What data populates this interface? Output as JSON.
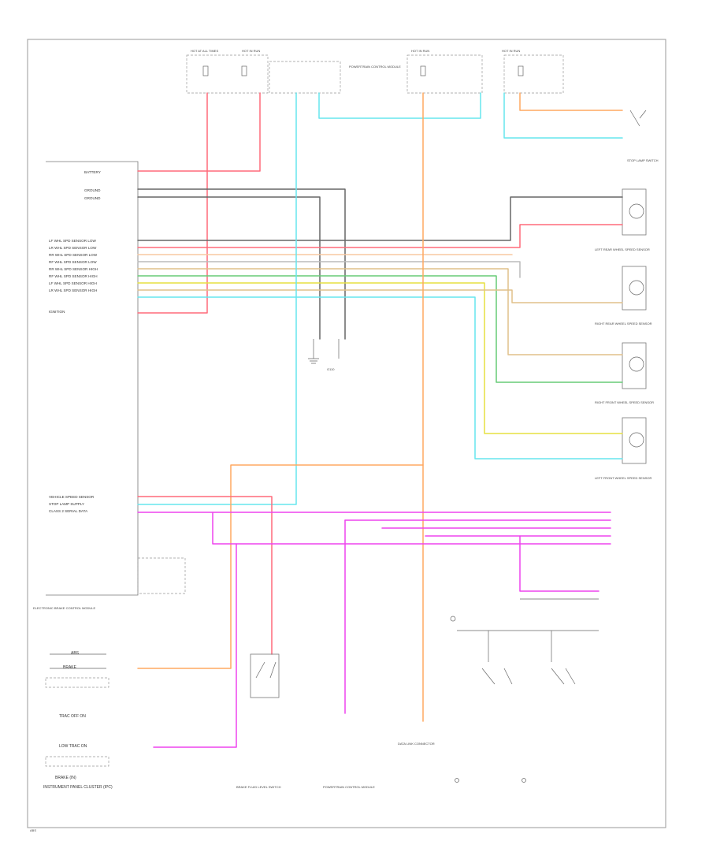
{
  "colors": {
    "red": "#ff6a7a",
    "pink": "#ee44ee",
    "cyan": "#66e6ee",
    "orange": "#ffa860",
    "gray": "#666666",
    "lightgray": "#bbbbbb",
    "green": "#66cc77",
    "yellow": "#e6e040",
    "tan": "#e0c08a",
    "peach": "#f8c8a0"
  },
  "labels": {
    "module_name": "ELECTRONIC BRAKE CONTROL MODULE",
    "battery": "BATTERY",
    "ground_1": "GROUND",
    "ground_2": "GROUND",
    "ign": "IGNITION",
    "ebcm_low_1": "LF WHL SPD SENSOR LOW",
    "ebcm_low_2": "LR WHL SPD SENSOR LOW",
    "ebcm_low_3": "RR WHL SPD SENSOR LOW",
    "ebcm_low_4": "RF WHL SPD SENSOR LOW",
    "ebcm_low_5": "RR WHL SPD SENSOR HIGH",
    "ebcm_low_6": "RF WHL SPD SENSOR HIGH",
    "ebcm_low_7": "LF WHL SPD SENSOR HIGH",
    "ebcm_low_8": "LR WHL SPD SENSOR HIGH",
    "vss": "VEHICLE SPEED SENSOR",
    "stop_lamp": "STOP LAMP SUPPLY",
    "class2": "CLASS 2 SERIAL DATA",
    "fuse_block_1": "HOT AT ALL TIMES",
    "fuse_block_2": "HOT IN RUN",
    "fuse_block_3": "HOT IN RUN",
    "fuse_block_4": "HOT IN RUN",
    "pcm_label": "POWERTRAIN CONTROL MODULE",
    "abs_switch": "STOP LAMP SWITCH",
    "lr_sensor": "LEFT REAR WHEEL SPEED SENSOR",
    "rr_sensor": "RIGHT REAR WHEEL SPEED SENSOR",
    "rf_sensor": "RIGHT FRONT WHEEL SPEED SENSOR",
    "lf_sensor": "LEFT FRONT WHEEL SPEED SENSOR",
    "brake_fluid": "BRAKE FLUID LEVEL SWITCH",
    "dlc": "DATA LINK CONNECTOR",
    "cluster_title": "INSTRUMENT PANEL CLUSTER (IPC)",
    "abs_lamp": "ABS",
    "brake_lamp": "BRAKE",
    "trac_off": "TRAC OFF ON",
    "low_trac": "LOW TRAC ON",
    "brake_ind": "BRAKE (IN)",
    "page_mark": "ABS"
  }
}
